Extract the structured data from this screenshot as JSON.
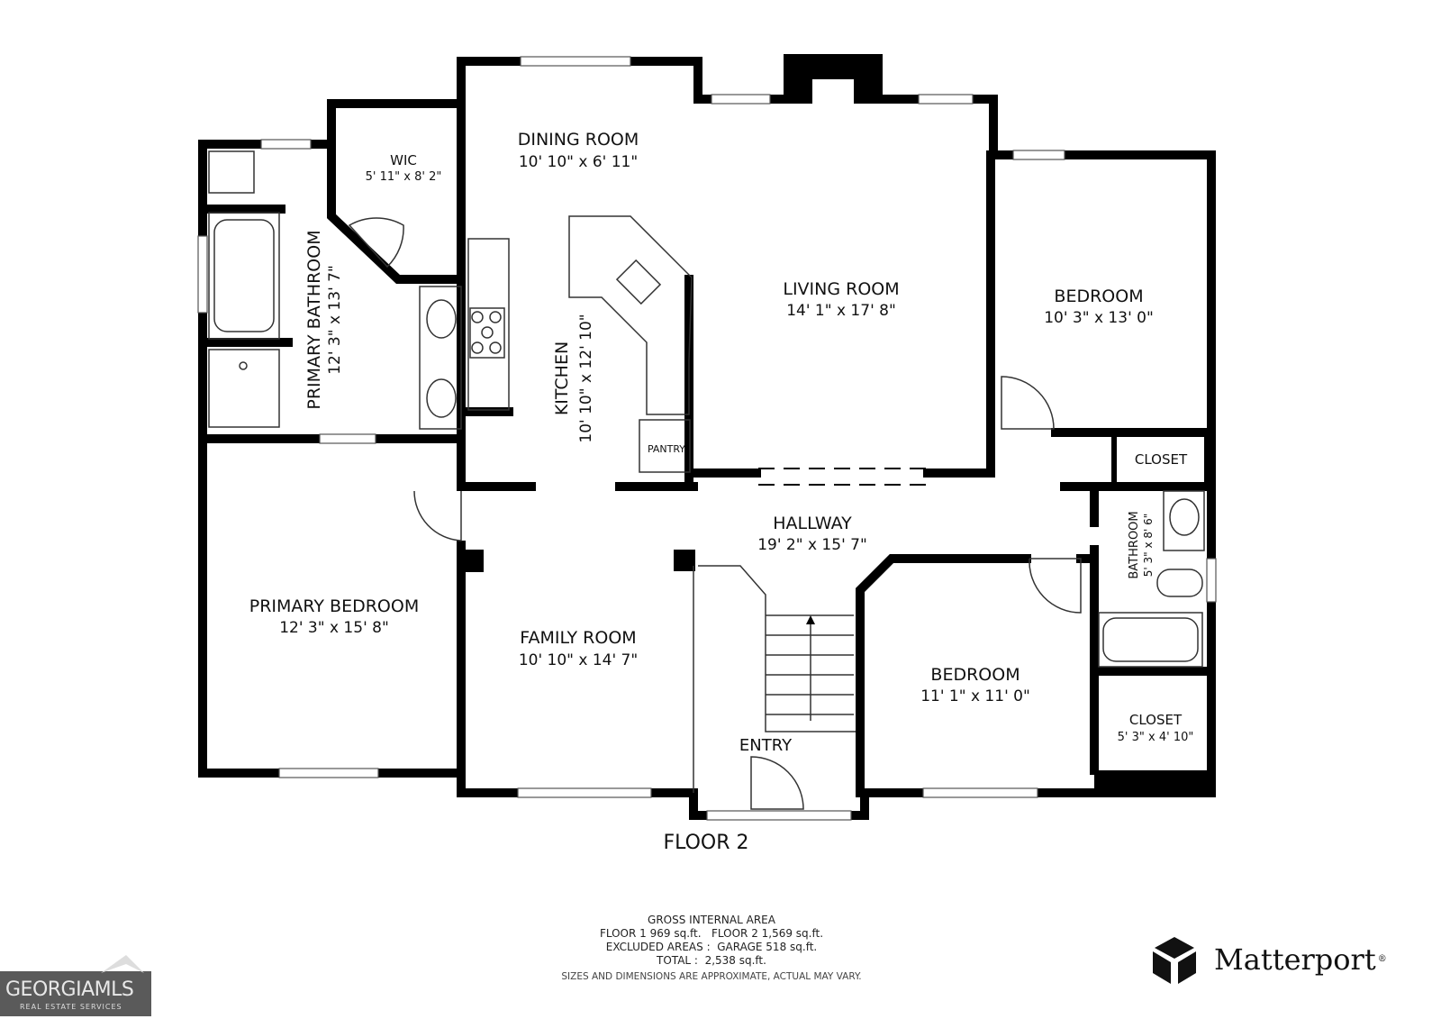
{
  "floor_title": "FLOOR 2",
  "rooms": {
    "dining": {
      "name": "DINING ROOM",
      "dims": "10' 10\" x 6' 11\""
    },
    "wic": {
      "name": "WIC",
      "dims": "5' 11\" x 8' 2\""
    },
    "primary_bath": {
      "name": "PRIMARY BATHROOM",
      "dims": "12' 3\" x 13' 7\""
    },
    "kitchen": {
      "name": "KITCHEN",
      "dims": "10' 10\" x 12' 10\""
    },
    "pantry": {
      "name": "PANTRY"
    },
    "living": {
      "name": "LIVING ROOM",
      "dims": "14' 1\" x 17' 8\""
    },
    "bedroom1": {
      "name": "BEDROOM",
      "dims": "10' 3\" x 13' 0\""
    },
    "closet1": {
      "name": "CLOSET"
    },
    "hallway": {
      "name": "HALLWAY",
      "dims": "19' 2\" x 15' 7\""
    },
    "bathroom": {
      "name": "BATHROOM",
      "dims": "5' 3\" x 8' 6\""
    },
    "primary_bed": {
      "name": "PRIMARY BEDROOM",
      "dims": "12' 3\" x 15' 8\""
    },
    "family": {
      "name": "FAMILY ROOM",
      "dims": "10' 10\" x 14' 7\""
    },
    "bedroom2": {
      "name": "BEDROOM",
      "dims": "11' 1\" x 11' 0\""
    },
    "closet2": {
      "name": "CLOSET",
      "dims": "5' 3\" x 4' 10\""
    },
    "entry": {
      "name": "ENTRY"
    }
  },
  "summary": {
    "heading": "GROSS INTERNAL AREA",
    "floors": "FLOOR 1 969 sq.ft.   FLOOR 2 1,569 sq.ft.",
    "excluded": "EXCLUDED AREAS :  GARAGE 518 sq.ft.",
    "total": "TOTAL :  2,538 sq.ft.",
    "disclaimer": "SIZES AND DIMENSIONS ARE APPROXIMATE, ACTUAL MAY VARY."
  },
  "logos": {
    "georgia_mls": {
      "text": "GEORGIAMLS",
      "tagline": "REAL ESTATE SERVICES"
    },
    "matterport": {
      "text": "Matterport",
      "mark": "®"
    }
  }
}
